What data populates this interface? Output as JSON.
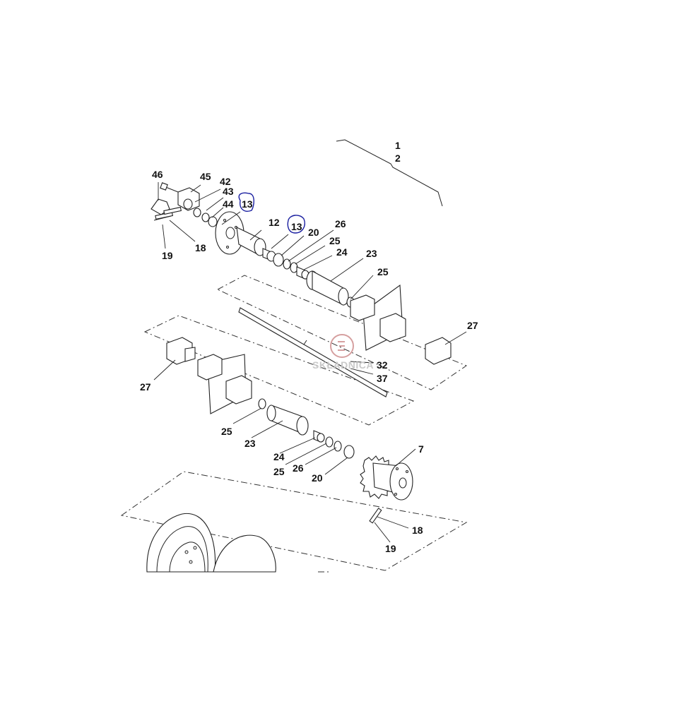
{
  "labels": {
    "l1": "1",
    "l2": "2",
    "l46": "46",
    "l45": "45",
    "l42": "42",
    "l43": "43",
    "l44": "44",
    "l13a": "13",
    "l13b": "13",
    "l12": "12",
    "l20a": "20",
    "l26a": "26",
    "l25a": "25",
    "l24a": "24",
    "l23a": "23",
    "l25b": "25",
    "l27a": "27",
    "l18a": "18",
    "l19a": "19",
    "l32": "32",
    "l37": "37",
    "l27b": "27",
    "l25c": "25",
    "l23b": "23",
    "l24b": "24",
    "l25d": "25",
    "l26b": "26",
    "l20b": "20",
    "l7": "7",
    "l18b": "18",
    "l19b": "19"
  },
  "watermark": {
    "text": "SKŁADNICA"
  },
  "colors": {
    "line": "#222222",
    "highlight": "#1a1fa0",
    "watermark": "#c9c9c9"
  }
}
